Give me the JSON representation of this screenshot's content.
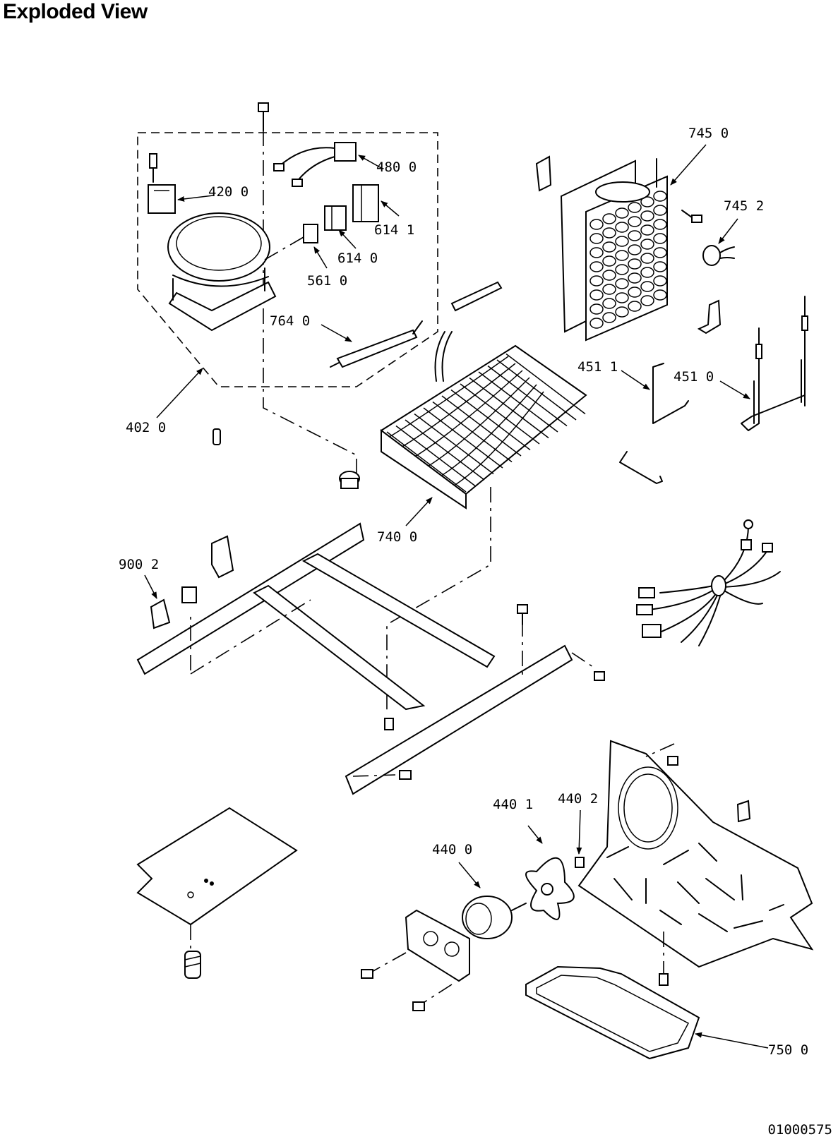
{
  "title": "Exploded View",
  "document_id": "01000575",
  "part_labels": [
    {
      "id": "p4800",
      "text": "480 0"
    },
    {
      "id": "p4200",
      "text": "420 0"
    },
    {
      "id": "p6141",
      "text": "614 1"
    },
    {
      "id": "p6140",
      "text": "614 0"
    },
    {
      "id": "p5610",
      "text": "561 0"
    },
    {
      "id": "p7640",
      "text": "764 0"
    },
    {
      "id": "p4020",
      "text": "402 0"
    },
    {
      "id": "p7450",
      "text": "745 0"
    },
    {
      "id": "p7452",
      "text": "745 2"
    },
    {
      "id": "p4511",
      "text": "451 1"
    },
    {
      "id": "p4510",
      "text": "451 0"
    },
    {
      "id": "p7400",
      "text": "740 0"
    },
    {
      "id": "p9002",
      "text": "900 2"
    },
    {
      "id": "p4401",
      "text": "440 1"
    },
    {
      "id": "p4402",
      "text": "440 2"
    },
    {
      "id": "p4400",
      "text": "440 0"
    },
    {
      "id": "p7500",
      "text": "750 0"
    }
  ]
}
